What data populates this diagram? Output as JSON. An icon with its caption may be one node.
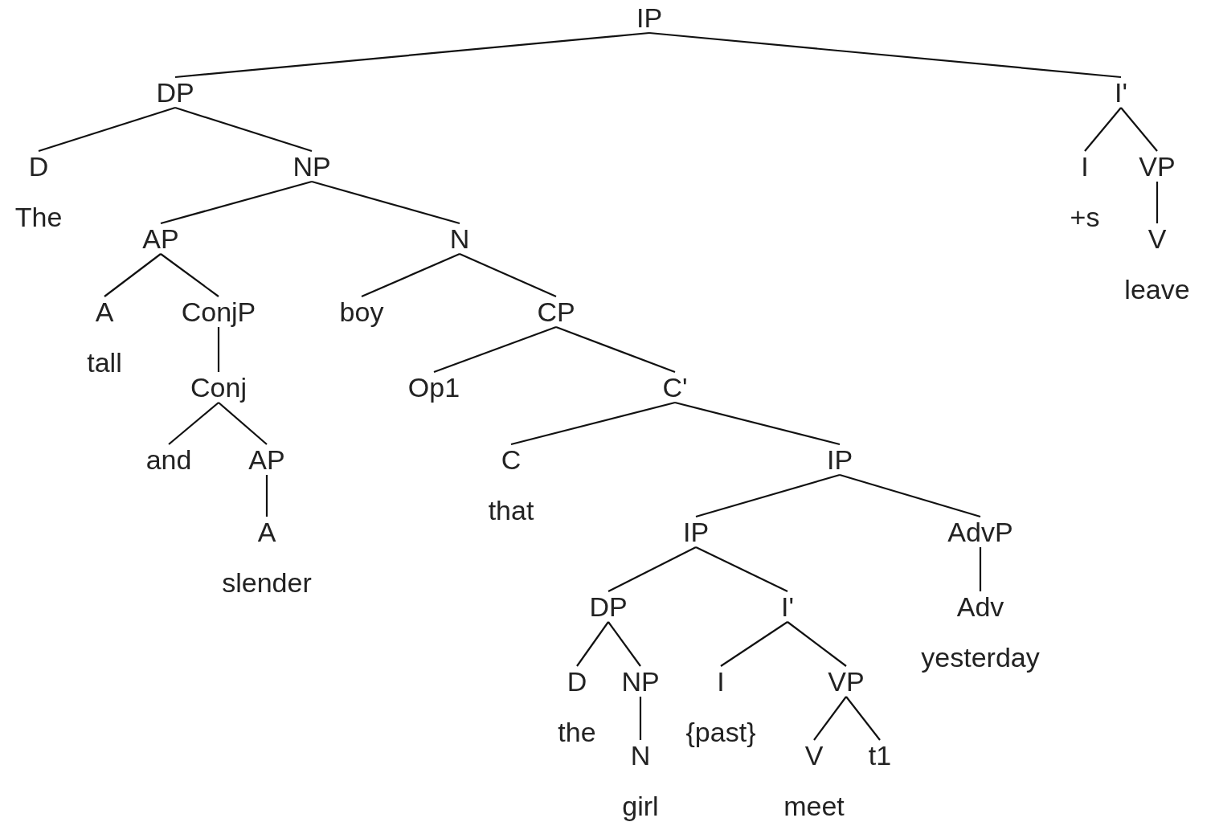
{
  "diagram": {
    "nodes": [
      {
        "text": [
          "IP"
        ]
      },
      {
        "text": [
          "DP"
        ]
      },
      {
        "text": [
          "I'"
        ]
      },
      {
        "text": [
          "D"
        ],
        "beside": [
          "The"
        ]
      },
      {
        "text": [
          "NP"
        ]
      },
      {
        "text": [
          "I"
        ],
        "beside": [
          "+s"
        ]
      },
      {
        "text": [
          "VP"
        ]
      },
      {
        "text": [
          "V"
        ],
        "beside": [
          "leave"
        ]
      },
      {
        "text": [
          "AP"
        ]
      },
      {
        "text": [
          "N"
        ]
      },
      {
        "text": [
          "A"
        ],
        "beside": [
          "tall"
        ]
      },
      {
        "text": [
          "ConjP"
        ]
      },
      {
        "text": [
          "boy"
        ]
      },
      {
        "text": [
          "CP"
        ]
      },
      {
        "text": [
          "Conj"
        ]
      },
      {
        "text": [
          "Op1"
        ]
      },
      {
        "text": [
          "C'"
        ]
      },
      {
        "text": [
          "and"
        ]
      },
      {
        "text": [
          "AP"
        ]
      },
      {
        "text": [
          "C"
        ],
        "beside": [
          "that"
        ]
      },
      {
        "text": [
          "IP"
        ]
      },
      {
        "text": [
          "A"
        ],
        "beside": [
          "slender"
        ]
      },
      {
        "text": [
          "IP"
        ]
      },
      {
        "text": [
          "AdvP"
        ]
      },
      {
        "text": [
          "DP"
        ]
      },
      {
        "text": [
          "I'"
        ]
      },
      {
        "text": [
          "Adv"
        ],
        "beside": [
          "yesterday"
        ]
      },
      {
        "text": [
          "D"
        ],
        "beside": [
          "the"
        ]
      },
      {
        "text": [
          "NP"
        ]
      },
      {
        "text": [
          "I"
        ],
        "beside": [
          "{past}"
        ]
      },
      {
        "text": [
          "VP"
        ]
      },
      {
        "text": [
          "N"
        ],
        "beside": [
          "girl"
        ]
      },
      {
        "text": [
          "V"
        ],
        "beside": [
          "meet"
        ]
      },
      {
        "text": [
          "t1"
        ]
      }
    ],
    "edges": [
      {
        "from": 0,
        "to": 1,
        "arrow": "none"
      },
      {
        "from": 0,
        "to": 2,
        "arrow": "none"
      },
      {
        "from": 1,
        "to": 3,
        "arrow": "none"
      },
      {
        "from": 1,
        "to": 4,
        "arrow": "none"
      },
      {
        "from": 2,
        "to": 5,
        "arrow": "none"
      },
      {
        "from": 2,
        "to": 6,
        "arrow": "none"
      },
      {
        "from": 6,
        "to": 7,
        "arrow": "none"
      },
      {
        "from": 4,
        "to": 8,
        "arrow": "none"
      },
      {
        "from": 4,
        "to": 9,
        "arrow": "none"
      },
      {
        "from": 8,
        "to": 10,
        "arrow": "none"
      },
      {
        "from": 8,
        "to": 11,
        "arrow": "none"
      },
      {
        "from": 9,
        "to": 12,
        "arrow": "none"
      },
      {
        "from": 9,
        "to": 13,
        "arrow": "none"
      },
      {
        "from": 11,
        "to": 14,
        "arrow": "none"
      },
      {
        "from": 13,
        "to": 15,
        "arrow": "none"
      },
      {
        "from": 13,
        "to": 16,
        "arrow": "none"
      },
      {
        "from": 14,
        "to": 17,
        "arrow": "none"
      },
      {
        "from": 14,
        "to": 18,
        "arrow": "none"
      },
      {
        "from": 16,
        "to": 19,
        "arrow": "none"
      },
      {
        "from": 16,
        "to": 20,
        "arrow": "none"
      },
      {
        "from": 18,
        "to": 21,
        "arrow": "none"
      },
      {
        "from": 20,
        "to": 22,
        "arrow": "none"
      },
      {
        "from": 20,
        "to": 23,
        "arrow": "none"
      },
      {
        "from": 22,
        "to": 24,
        "arrow": "none"
      },
      {
        "from": 22,
        "to": 25,
        "arrow": "none"
      },
      {
        "from": 23,
        "to": 26,
        "arrow": "none"
      },
      {
        "from": 24,
        "to": 27,
        "arrow": "none"
      },
      {
        "from": 24,
        "to": 28,
        "arrow": "none"
      },
      {
        "from": 25,
        "to": 29,
        "arrow": "none"
      },
      {
        "from": 25,
        "to": 30,
        "arrow": "none"
      },
      {
        "from": 28,
        "to": 31,
        "arrow": "none"
      },
      {
        "from": 30,
        "to": 32,
        "arrow": "none"
      },
      {
        "from": 30,
        "to": 33,
        "arrow": "none"
      }
    ]
  }
}
